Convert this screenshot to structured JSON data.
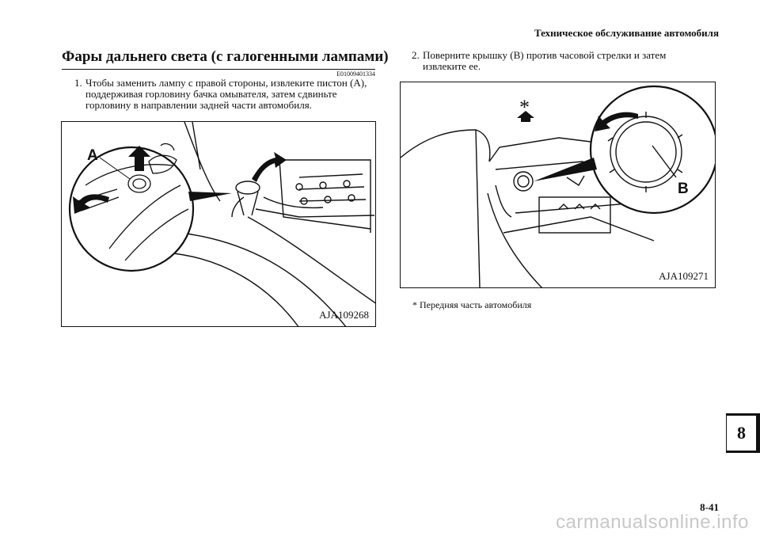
{
  "header": {
    "title": "Техническое обслуживание автомобиля",
    "page_number": "8-41"
  },
  "chapter_tab": {
    "number": "8"
  },
  "section": {
    "title": "Фары дальнего света (с галогенными лампами)",
    "code": "E01009401334"
  },
  "steps": [
    {
      "number": "1.",
      "text": "Чтобы заменить лампу с правой стороны, извлеките пистон (А), поддерживая горловину бачка омывателя, затем сдвиньте горловину в направлении задней части автомобиля."
    },
    {
      "number": "2.",
      "text": "Поверните крышку (В) против часовой стрелки и затем извлеките ее."
    }
  ],
  "figures": [
    {
      "code": "AJA109268",
      "label": "A"
    },
    {
      "code": "AJA109271",
      "label": "B",
      "marker": "*"
    }
  ],
  "footnote": "*  Передняя часть автомобиля",
  "watermark": "carmanualsonline.info"
}
